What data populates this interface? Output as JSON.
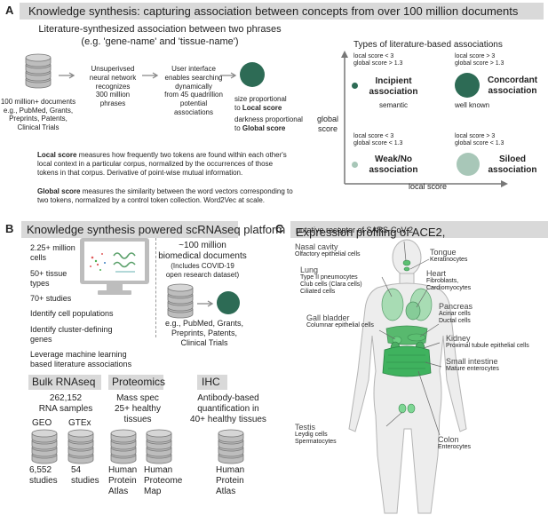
{
  "panelA": {
    "letter": "A",
    "title": "Knowledge synthesis: capturing association between concepts from over 100 million documents",
    "subtitle_line1": "Literature-synthesized association between two phrases",
    "subtitle_line2": "(e.g. 'gene-name' and 'tissue-name')",
    "flow": {
      "docs": [
        "100 million+ documents",
        "e.g., PubMed, Grants,",
        "Preprints, Patents,",
        "Clinical Trials"
      ],
      "nn": [
        "Unsuperivsed",
        "neural network",
        "recognizes",
        "300 million",
        "phrases"
      ],
      "ui": [
        "User interface",
        "enables searching",
        "dynamically",
        "from 45 quadrillion",
        "potential",
        "associations"
      ],
      "size_text": "size proportional",
      "to_word": "to",
      "local_score": "Local score",
      "dark_text": "darkness proportional",
      "global_score": "Global score"
    },
    "local_def_bold": "Local score",
    "local_def": [
      "measures how frequently two tokens are found within each other's",
      "local context in a particular corpus, normalized by the occurrences of those",
      "tokens in that corpus. Derivative of point-wise mutual information."
    ],
    "global_def_bold": "Global score",
    "global_def": [
      "measures the similarity between the word vectors corresponding to",
      "two tokens, normalized by a control token collection. Word2Vec at scale."
    ],
    "quadrant": {
      "title": "Types of literature-based associations",
      "y_axis": [
        "global",
        "score"
      ],
      "x_axis": "local score",
      "incipient": {
        "c1": "local score  < 3",
        "c2": "global score > 1.3",
        "name1": "Incipient",
        "name2": "association",
        "note": "semantic"
      },
      "concordant": {
        "c1": "local score > 3",
        "c2": "global score > 1.3",
        "name1": "Concordant",
        "name2": "association",
        "note": "well known"
      },
      "weak": {
        "c1": "local score  < 3",
        "c2": "global score < 1.3",
        "name1": "Weak/No",
        "name2": "association"
      },
      "siloed": {
        "c1": "local score  > 3",
        "c2": "global score < 1.3",
        "name1": "Siloed",
        "name2": "association"
      }
    },
    "colors": {
      "dark_green": "#2d6b55",
      "light_green": "#a8c7b8",
      "banner": "#d9d9d9"
    }
  },
  "panelB": {
    "letter": "B",
    "title": "Knowledge synthesis powered scRNAseq platform",
    "left_list": [
      "2.25+ million",
      "cells",
      "50+ tissue",
      "types",
      "70+ studies",
      "Identify cell populations",
      "Identify cluster-defining",
      "genes",
      "Leverage machine learning",
      "based literature associations"
    ],
    "docs_title": [
      "~100 million",
      "biomedical documents",
      "(Includes COVID-19",
      "open research dataset)"
    ],
    "docs_sources": [
      "e.g., PubMed, Grants,",
      "Preprints, Patents,",
      "Clinical Trials"
    ],
    "bulk": {
      "title": "Bulk RNAseq",
      "count": "262,152",
      "count_label": "RNA samples",
      "geo": "GEO",
      "gtex": "GTEx",
      "geo_n": "6,552",
      "geo_l": "studies",
      "gtex_n": "54",
      "gtex_l": "studies"
    },
    "proteomics": {
      "title": "Proteomics",
      "l1": "Mass spec",
      "l2": "25+ healthy",
      "l3": "tissues",
      "a1": [
        "Human",
        "Protein",
        "Atlas"
      ],
      "a2": [
        "Human",
        "Proteome",
        "Map"
      ]
    },
    "ihc": {
      "title": "IHC",
      "l1": "Antibody-based",
      "l2": "quantification in",
      "l3": "40+ healthy tissues",
      "a1": [
        "Human",
        "Protein",
        "Atlas"
      ]
    }
  },
  "panelC": {
    "letter": "C",
    "title_main": "Expression profiling of ACE2,",
    "title_sub": "putative receptor of SARS-CoV-2",
    "organs": [
      {
        "name": "Nasal cavity",
        "cells": [
          "Olfactory epithelial cells"
        ]
      },
      {
        "name": "Tongue",
        "cells": [
          "Keratinocytes"
        ]
      },
      {
        "name": "Lung",
        "cells": [
          "Type II pneumocytes",
          "Club cells (Clara cells)",
          "Ciliated cells"
        ]
      },
      {
        "name": "Heart",
        "cells": [
          "Fibroblasts,",
          "Cardiomyocytes"
        ]
      },
      {
        "name": "Pancreas",
        "cells": [
          "Acinar cells",
          "Ductal cells"
        ]
      },
      {
        "name": "Gall bladder",
        "cells": [
          "Columnar epithelial cells"
        ]
      },
      {
        "name": "Kidney",
        "cells": [
          "Proximal tubule epithelial cells"
        ]
      },
      {
        "name": "Small intestine",
        "cells": [
          "Mature enterocytes"
        ]
      },
      {
        "name": "Testis",
        "cells": [
          "Leydig cells",
          "Spermatocytes"
        ]
      },
      {
        "name": "Colon",
        "cells": [
          "Enterocytes"
        ]
      }
    ]
  }
}
